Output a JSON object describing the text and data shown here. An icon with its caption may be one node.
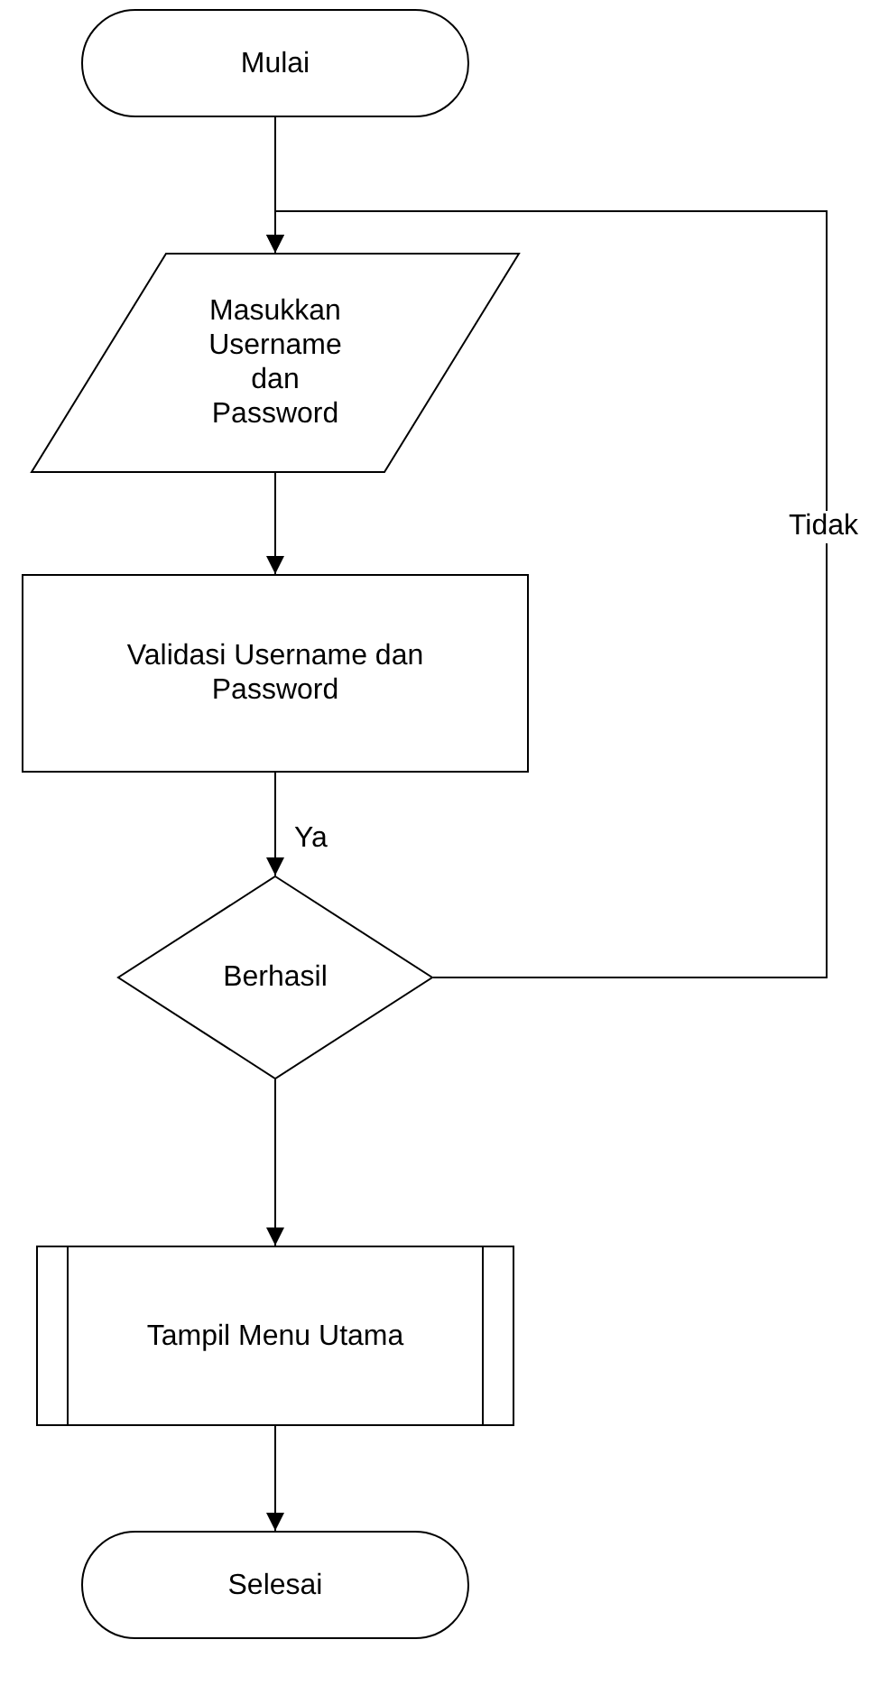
{
  "diagram": {
    "nodes": [
      {
        "text": [
          "Mulai"
        ]
      },
      {
        "text": [
          "Masukkan Username dan Password"
        ]
      },
      {
        "text": [
          "Validasi Username dan Password"
        ]
      },
      {
        "text": [
          "Berhasil"
        ]
      },
      {
        "text": [
          "Tampil Menu Utama"
        ]
      },
      {
        "text": [
          "Selesai"
        ]
      }
    ],
    "edges": [
      {
        "from": 0,
        "to": 1,
        "arrow": "to"
      },
      {
        "from": 1,
        "to": 2,
        "arrow": "to"
      },
      {
        "from": 2,
        "to": 3,
        "arrow": "to",
        "label": "Ya"
      },
      {
        "from": 3,
        "to": 1,
        "arrow": "to",
        "label": "Tidak"
      },
      {
        "from": 3,
        "to": 4,
        "arrow": "to"
      },
      {
        "from": 4,
        "to": 5,
        "arrow": "to"
      }
    ]
  }
}
